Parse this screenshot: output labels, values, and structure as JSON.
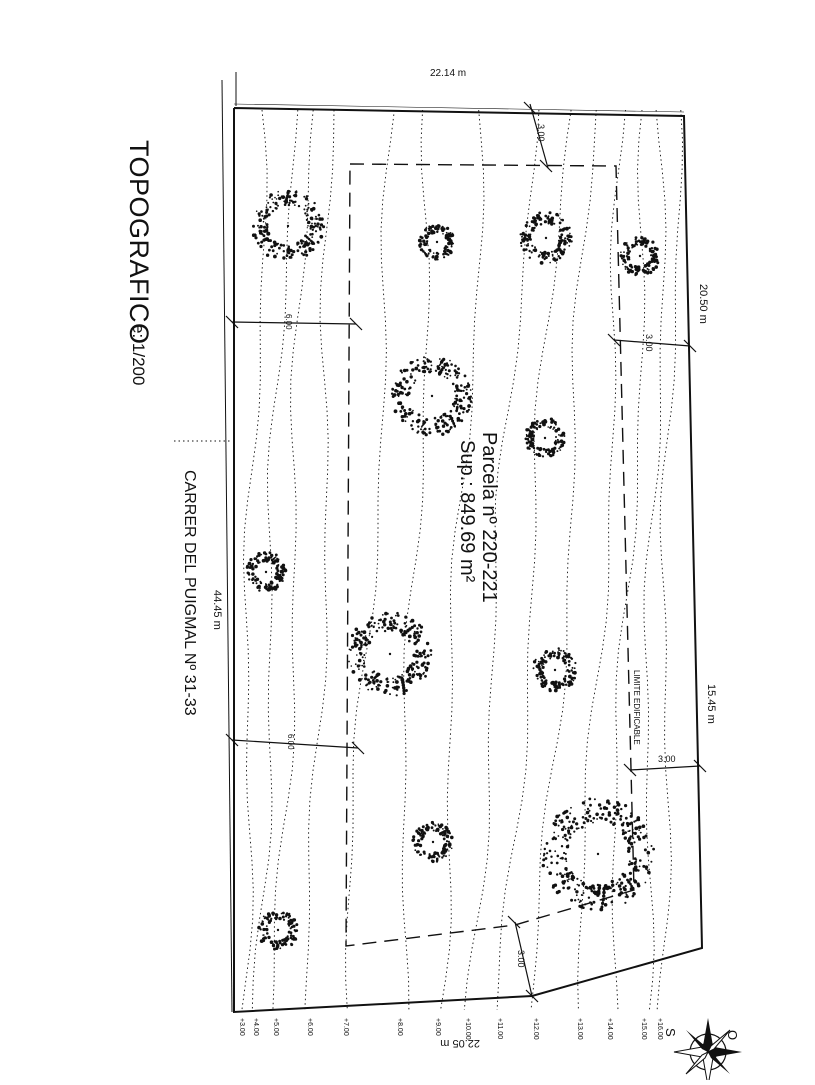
{
  "title": "TOPOGRAFICO",
  "scale": "e: 1/200",
  "street": "CARRER DEL PUIGMAL Nº 31-33",
  "parcel": {
    "number": "Parcela nº 220-221",
    "surface": "Sup.: 849.69 m²"
  },
  "dimensions": {
    "top": "22.14 m",
    "bottom": "22.05 m",
    "left": "44.45 m",
    "right_upper": "20.50 m",
    "right_lower": "15.45 m"
  },
  "setbacks": [
    "3.00",
    "3.00",
    "3.00",
    "3.00",
    "6.00",
    "6.00"
  ],
  "limit_label": "LIMITE EDIFICABLE",
  "compass": {
    "west": "O",
    "south": "S"
  },
  "level_labels": [
    "+3.00",
    "+4.00",
    "+5.00",
    "+6.00",
    "+7.00",
    "+8.00",
    "+9.00",
    "+10.00",
    "+11.00",
    "+12.00",
    "+13.00",
    "+14.00",
    "+15.00",
    "+16.00"
  ],
  "colors": {
    "ink": "#111111",
    "paper": "#ffffff"
  }
}
